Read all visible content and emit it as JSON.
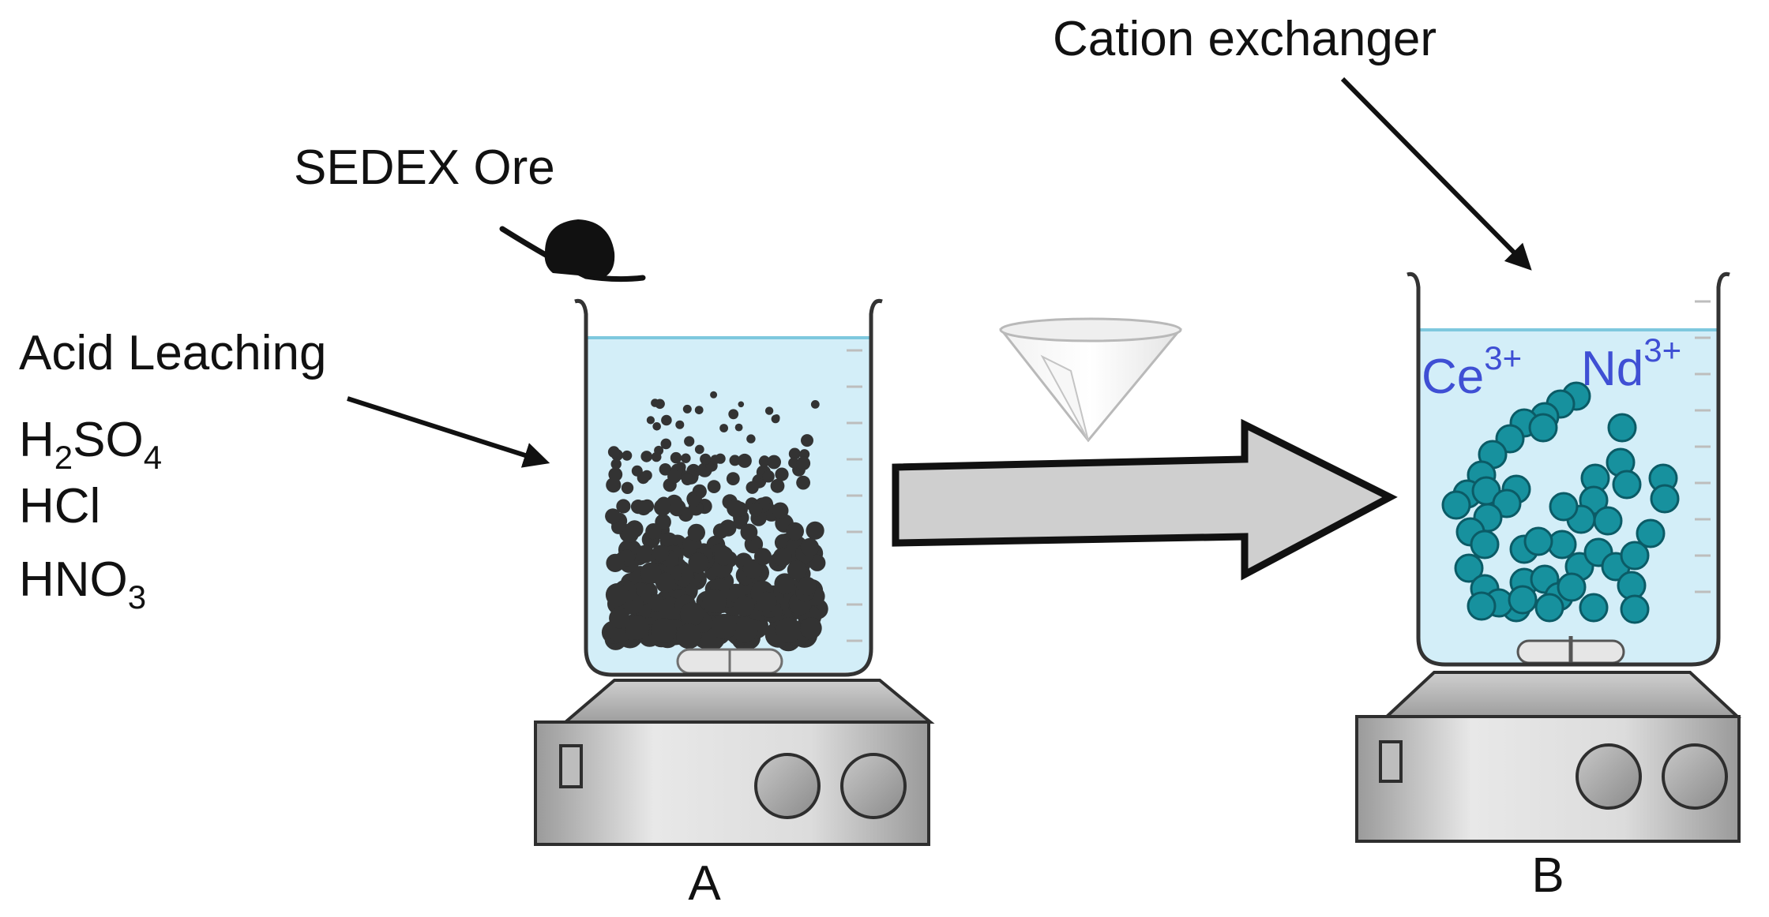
{
  "labels": {
    "cation_exchanger": "Cation exchanger",
    "sedex_ore": "SEDEX Ore",
    "acid_leaching": "Acid Leaching",
    "beaker_a": "A",
    "beaker_b": "B"
  },
  "acids": [
    {
      "base": "H",
      "sub1": "2",
      "mid": "SO",
      "sub2": "4"
    },
    {
      "base": "HCl",
      "sub1": "",
      "mid": "",
      "sub2": ""
    },
    {
      "base": "HNO",
      "sub1": "3",
      "mid": "",
      "sub2": ""
    }
  ],
  "ions": [
    {
      "base": "Ce",
      "sup": "3+"
    },
    {
      "base": "Nd",
      "sup": "3+"
    }
  ],
  "colors": {
    "solution": "#d3eef8",
    "solution_line": "#7ec8de",
    "ore_particle": "#333333",
    "exchanger_bead": "#17919e",
    "exchanger_bead_edge": "#0b5b66",
    "ion_text": "#3f4fd4",
    "transfer_arrow": "#cfcfcf",
    "stirrer_plate": "#c9c9c9"
  }
}
